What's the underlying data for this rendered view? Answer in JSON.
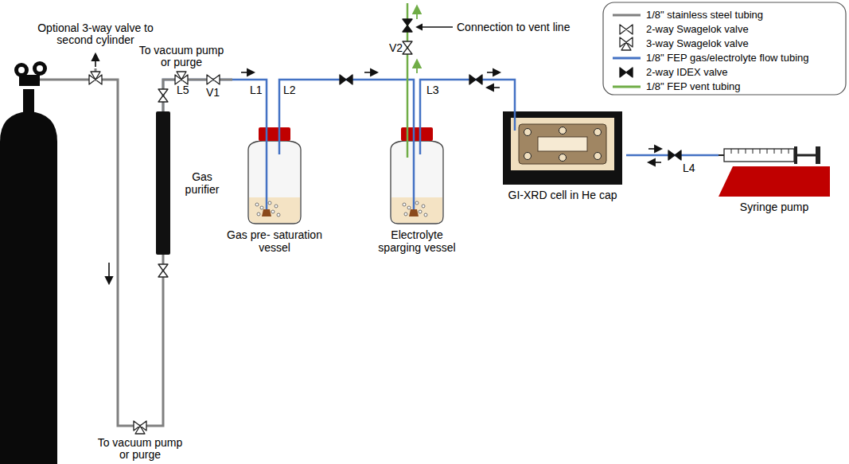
{
  "diagram": {
    "nodes": [
      {
        "text": [
          "Gas purifier"
        ]
      },
      {
        "text": [
          "Gas pre- saturation vessel"
        ]
      },
      {
        "text": [
          "Electrolyte sparging vessel"
        ]
      },
      {
        "text": [
          "GI-XRD cell in He cap"
        ]
      },
      {
        "text": [
          "Syringe pump"
        ]
      }
    ],
    "edges": [
      {
        "from": 0,
        "to": 1,
        "arrow": "to"
      },
      {
        "from": 1,
        "to": 2,
        "arrow": "to"
      },
      {
        "from": 2,
        "to": 3,
        "arrow": "both"
      },
      {
        "from": 3,
        "to": 4,
        "arrow": "both"
      }
    ],
    "labels": [
      "Optional 3-way valve to second cylinder",
      "To vacuum pump or purge",
      "To vacuum pump or purge",
      "L5",
      "V1",
      "L1",
      "L2",
      "Connection to vent line",
      "V2",
      "L3",
      "L4"
    ],
    "legend": [
      {
        "text": "1/8\" stainless steel tubing"
      },
      {
        "text": "2-way Swagelok valve"
      },
      {
        "text": "3-way Swagelok valve"
      },
      {
        "text": "1/8\" FEP gas/electrolyte flow tubing"
      },
      {
        "text": "2-way IDEX valve"
      },
      {
        "text": "1/8\" FEP vent tubing"
      }
    ]
  }
}
